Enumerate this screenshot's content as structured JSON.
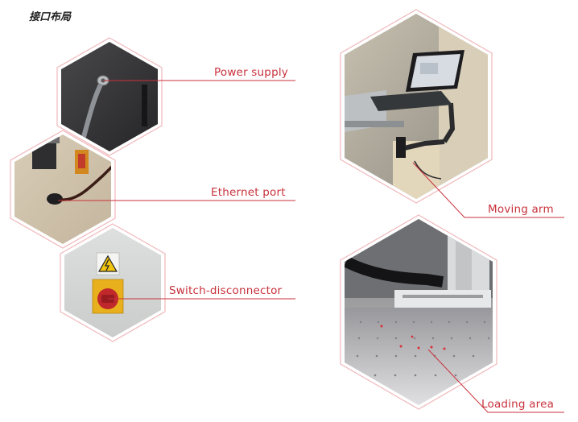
{
  "page": {
    "title": "接口布局"
  },
  "callouts": {
    "power_supply": "Power supply",
    "ethernet_port": "Ethernet port",
    "switch_disconnector": "Switch-disconnector",
    "moving_arm": "Moving arm",
    "loading_area": "Loading area"
  },
  "colors": {
    "accent_red": "#c8323c",
    "hex_border": "#f0b8bc"
  },
  "icons": {
    "warning_sign": "high-voltage-warning-icon"
  }
}
